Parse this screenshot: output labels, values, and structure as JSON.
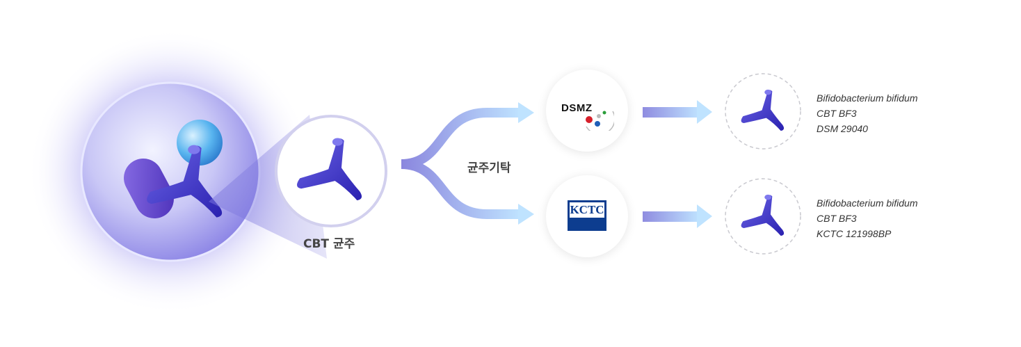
{
  "source": {
    "label": "CBT 균주"
  },
  "deposit": {
    "label": "균주기탁"
  },
  "depositories": [
    {
      "name": "DSMZ",
      "logo_icon": "dsmz-logo-icon",
      "strain": {
        "species": "Bifidobacterium bifidum",
        "strain": "CBT BF3",
        "accession": "DSM 29040"
      }
    },
    {
      "name": "KCTC",
      "logo_icon": "kctc-logo-icon",
      "strain": {
        "species": "Bifidobacterium bifidum",
        "strain": "CBT BF3",
        "accession": "KCTC 121998BP"
      }
    }
  ],
  "colors": {
    "bacteria": "#3d35c9",
    "arrow_start": "#8f8ce0",
    "arrow_end": "#bfe3ff",
    "dsmz_red": "#d61f2a",
    "dsmz_blue": "#1f5fb8",
    "dsmz_green": "#2a9d3a",
    "kctc_blue": "#0d3d8f"
  }
}
